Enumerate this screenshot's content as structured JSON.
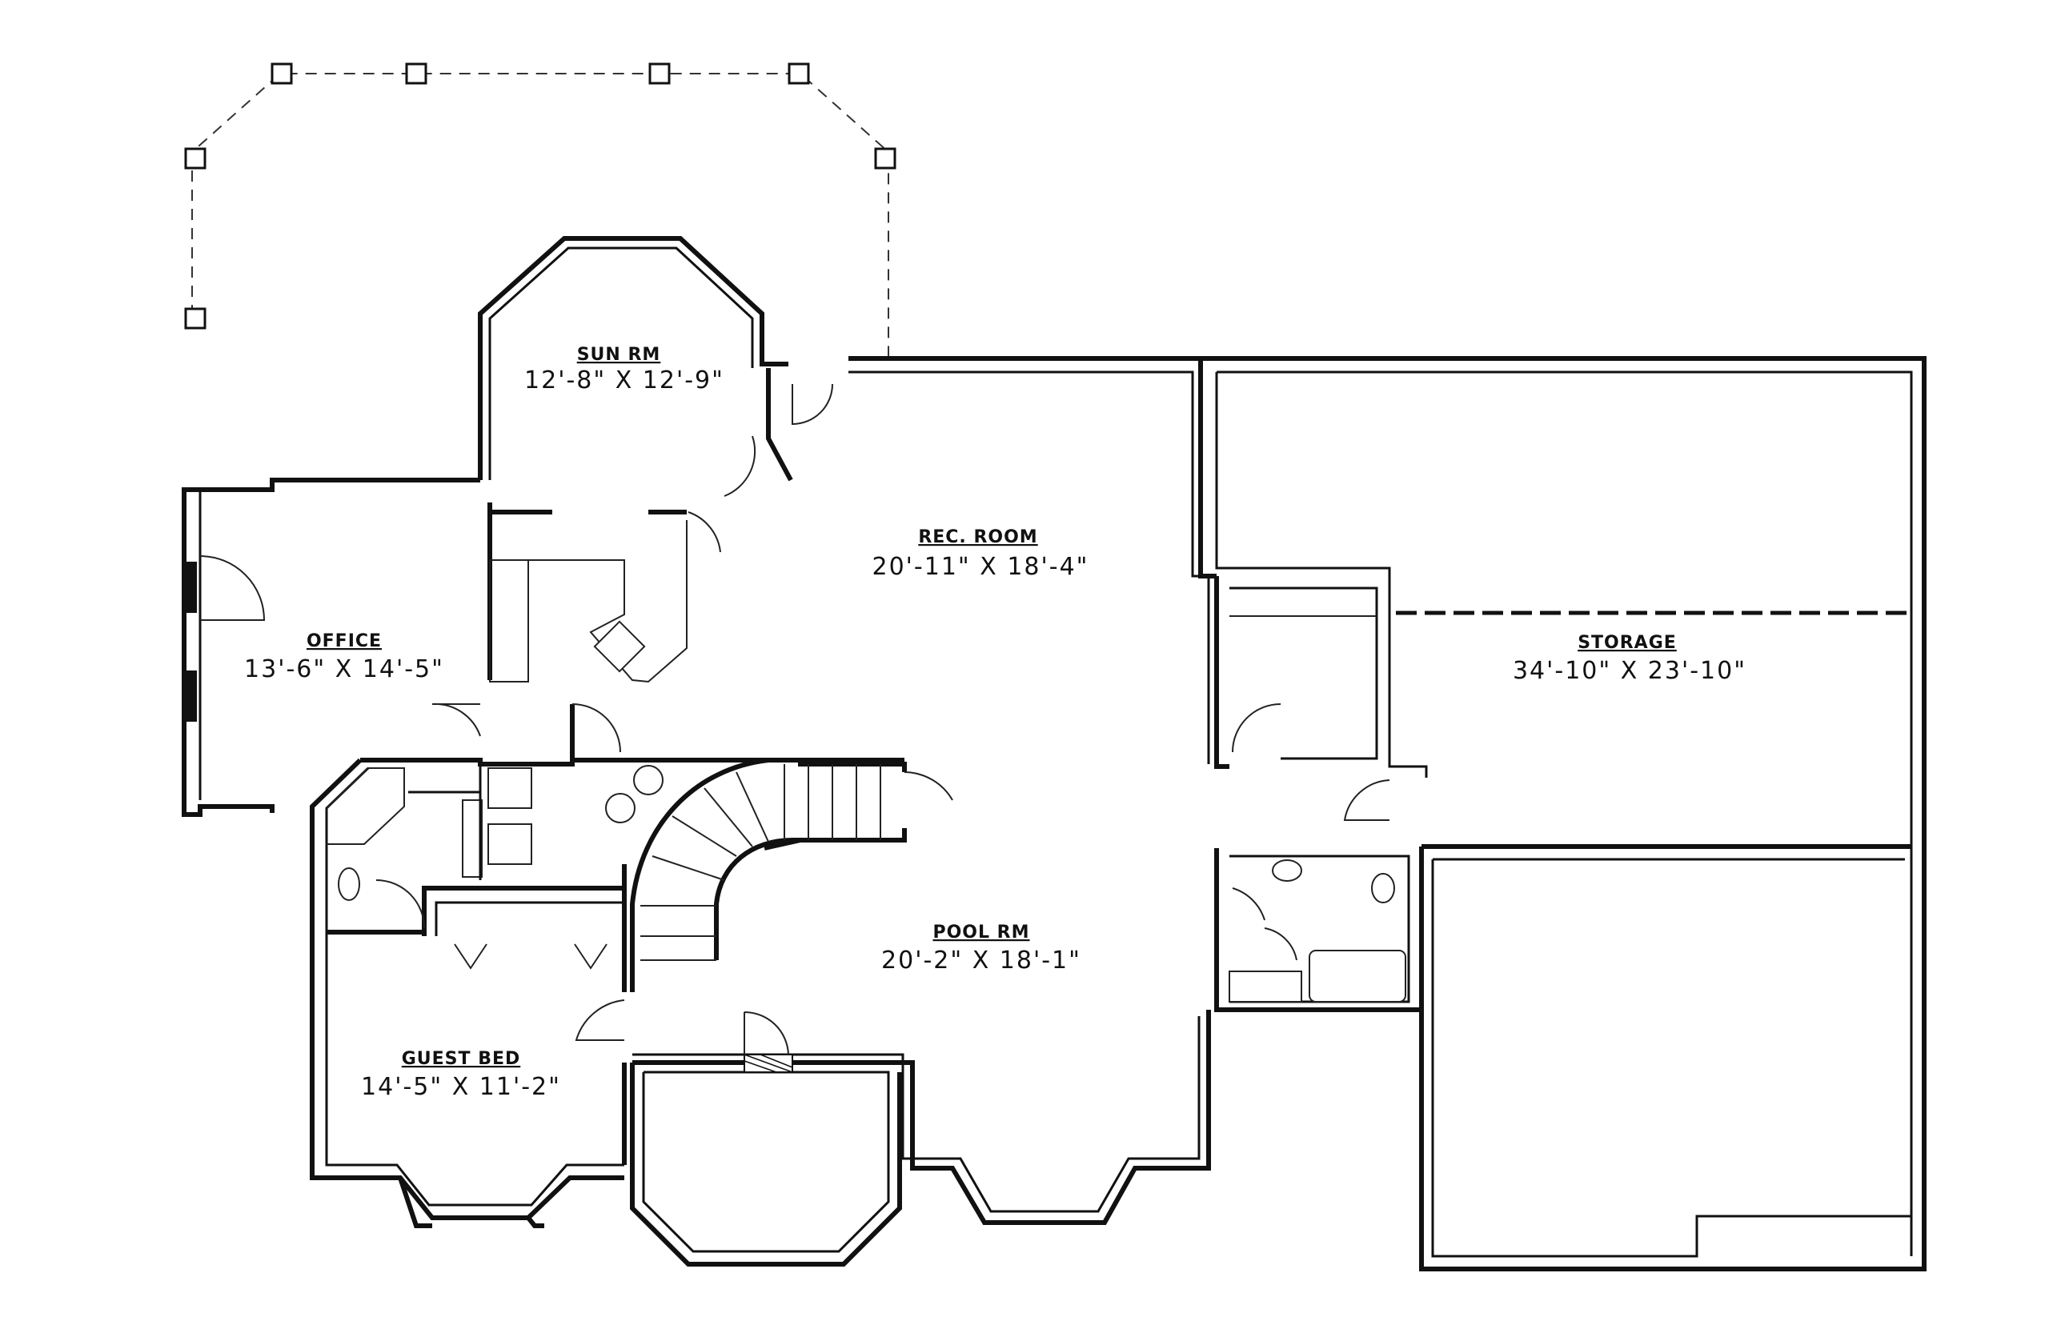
{
  "rooms": {
    "sun_rm": {
      "name": "SUN RM",
      "dims": "12'-8\" X 12'-9\""
    },
    "rec_room": {
      "name": "REC. ROOM",
      "dims": "20'-11\" X 18'-4\""
    },
    "office": {
      "name": "OFFICE",
      "dims": "13'-6\" X 14'-5\""
    },
    "storage": {
      "name": "STORAGE",
      "dims": "34'-10\" X 23'-10\""
    },
    "pool_rm": {
      "name": "POOL RM",
      "dims": "20'-2\" X 18'-1\""
    },
    "guest_bed": {
      "name": "GUEST BED",
      "dims": "14'-5\" X 11'-2\""
    }
  }
}
